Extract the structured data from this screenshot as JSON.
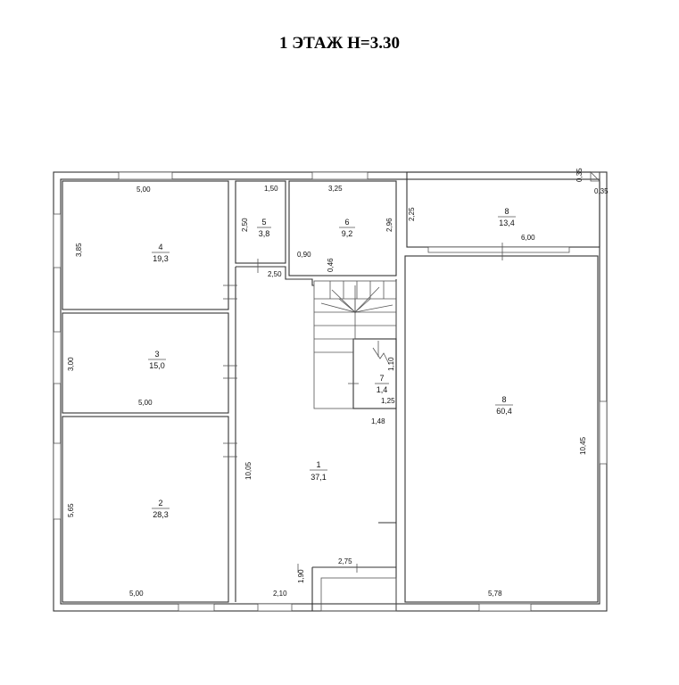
{
  "title": "1 ЭТАЖ Н=3.30",
  "rooms": [
    {
      "id": "r4",
      "number": "4",
      "area": "19,3"
    },
    {
      "id": "r3",
      "number": "3",
      "area": "15,0"
    },
    {
      "id": "r2",
      "number": "2",
      "area": "28,3"
    },
    {
      "id": "r5",
      "number": "5",
      "area": "3,8"
    },
    {
      "id": "r6",
      "number": "6",
      "area": "9,2"
    },
    {
      "id": "r8a",
      "number": "8",
      "area": "13,4"
    },
    {
      "id": "r7",
      "number": "7",
      "area": "1,4"
    },
    {
      "id": "r8b",
      "number": "8",
      "area": "60,4"
    },
    {
      "id": "r1",
      "number": "1",
      "area": "37,1"
    }
  ],
  "dimensions": [
    "5,00",
    "3,85",
    "3,00",
    "5,00",
    "5,65",
    "5,00",
    "1,50",
    "2,50",
    "2,50",
    "3,25",
    "2,96",
    "0,90",
    "0,46",
    "2,25",
    "6,00",
    "0,35",
    "0,35",
    "1,10",
    "1,25",
    "1,48",
    "10,05",
    "10,45",
    "5,78",
    "2,75",
    "1,90",
    "2,10"
  ]
}
